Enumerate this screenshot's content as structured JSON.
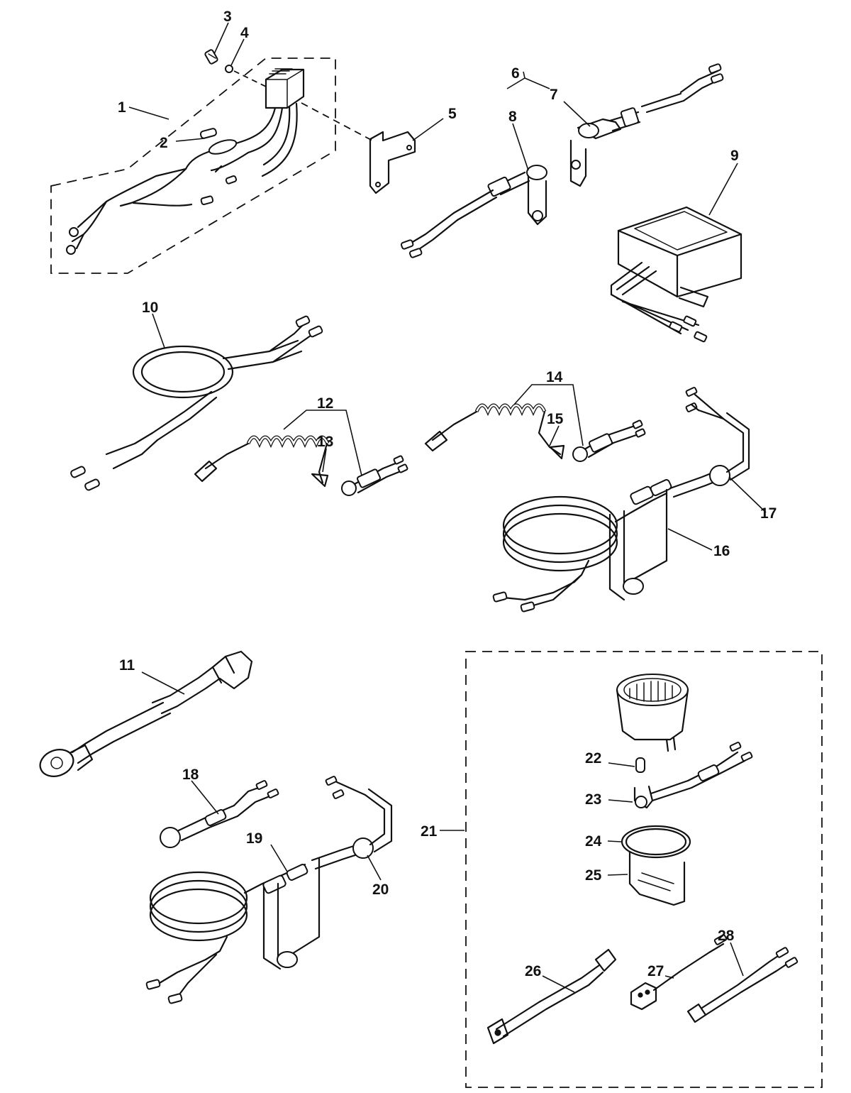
{
  "callouts": [
    "1",
    "2",
    "3",
    "4",
    "5",
    "6",
    "7",
    "8",
    "9",
    "10",
    "11",
    "12",
    "13",
    "14",
    "15",
    "16",
    "17",
    "18",
    "19",
    "20",
    "21",
    "22",
    "23",
    "24",
    "25",
    "26",
    "27",
    "28"
  ]
}
